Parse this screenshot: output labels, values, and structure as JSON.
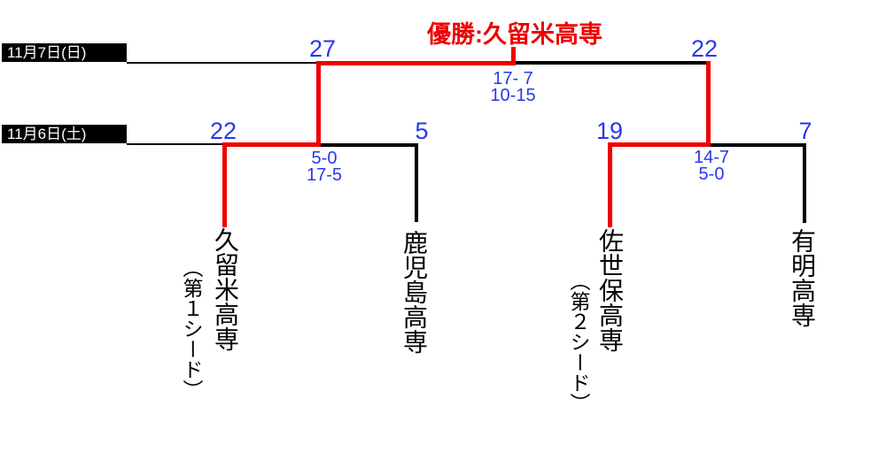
{
  "colors": {
    "background": "#ffffff",
    "winner_path_red": "#ee0000",
    "bracket_black": "#000000",
    "score_blue": "#2737ee",
    "label_bg": "#000000",
    "label_fg": "#ffffff"
  },
  "champion": {
    "label": "優勝:久留米高専"
  },
  "date_labels": [
    {
      "text": "11月7日(日)"
    },
    {
      "text": "11月6日(土)"
    }
  ],
  "matches": {
    "final": {
      "left_score": "27",
      "right_score": "22",
      "sets": [
        "17- 7",
        "10-15"
      ]
    },
    "semifinal_left": {
      "left_score": "22",
      "right_score": "5",
      "sets": [
        "5-0",
        "17-5"
      ]
    },
    "semifinal_right": {
      "left_score": "19",
      "right_score": "7",
      "sets": [
        "14-7",
        "5-0"
      ]
    }
  },
  "teams": [
    {
      "name": "久留米高専",
      "seed": "（第１シード）"
    },
    {
      "name": "鹿児島高専",
      "seed": ""
    },
    {
      "name": "佐世保高専",
      "seed": "（第２シード）"
    },
    {
      "name": "有明高専",
      "seed": ""
    }
  ]
}
